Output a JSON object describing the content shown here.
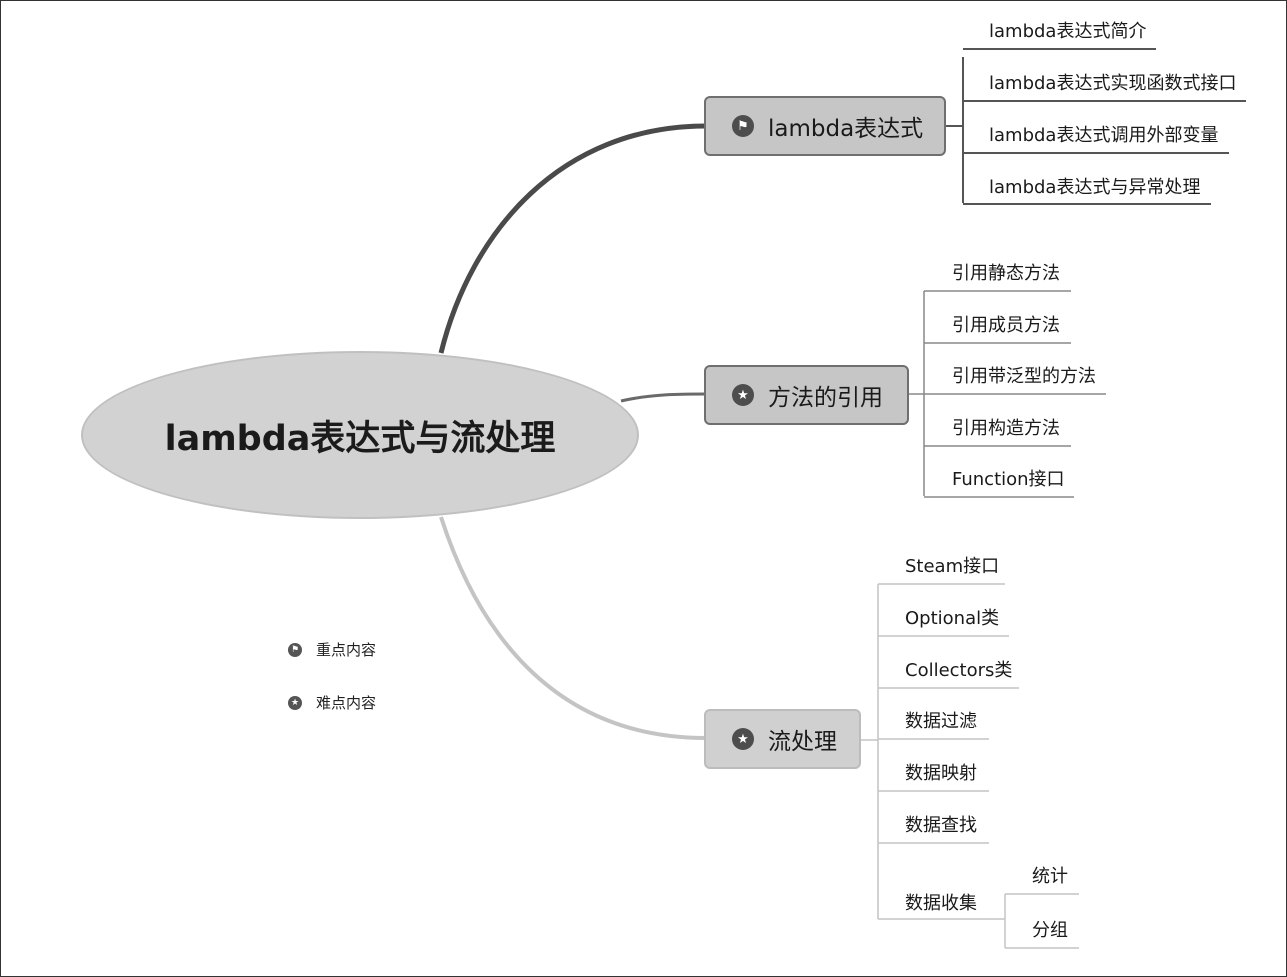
{
  "root": {
    "label": "lambda表达式与流处理"
  },
  "branches": {
    "lambda": {
      "label": "lambda表达式",
      "icon": "flag-icon",
      "children": [
        "lambda表达式简介",
        "lambda表达式实现函数式接口",
        "lambda表达式调用外部变量",
        "lambda表达式与异常处理"
      ]
    },
    "method_ref": {
      "label": "方法的引用",
      "icon": "star-icon",
      "children": [
        "引用静态方法",
        "引用成员方法",
        "引用带泛型的方法",
        "引用构造方法",
        "Function接口"
      ]
    },
    "stream": {
      "label": "流处理",
      "icon": "star-icon",
      "children": [
        "Steam接口",
        "Optional类",
        "Collectors类",
        "数据过滤",
        "数据映射",
        "数据查找",
        "数据收集"
      ],
      "collect_children": [
        "统计",
        "分组"
      ]
    }
  },
  "legend": {
    "key_point": {
      "label": "重点内容",
      "icon": "flag-icon"
    },
    "difficult_point": {
      "label": "难点内容",
      "icon": "star-icon"
    }
  },
  "colors": {
    "root_fill": "#d2d2d2",
    "branch_fill": "#c6c6c6",
    "line": "#555555"
  }
}
